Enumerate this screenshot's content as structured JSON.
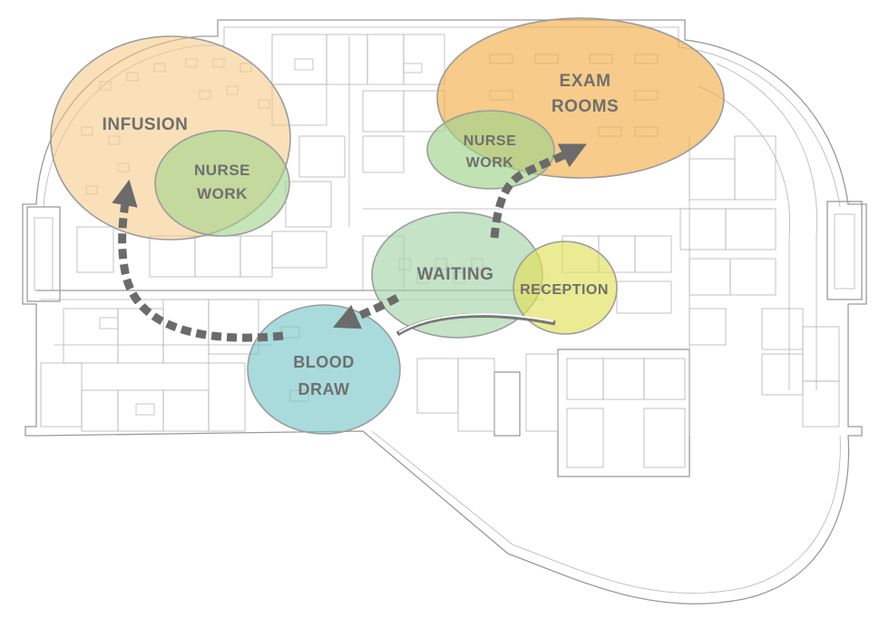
{
  "zones": {
    "infusion": {
      "label": "INFUSION",
      "color": "#f6c77f"
    },
    "nurse_work_left": {
      "line1": "NURSE",
      "line2": "WORK",
      "color": "#9fd38a"
    },
    "exam_rooms": {
      "line1": "EXAM",
      "line2": "ROOMS",
      "color": "#f2a83a"
    },
    "nurse_work_right": {
      "line1": "NURSE",
      "line2": "WORK",
      "color": "#9fd38a"
    },
    "waiting": {
      "label": "WAITING",
      "color": "#9fd1a2"
    },
    "reception": {
      "label": "RECEPTION",
      "color": "#e0e05a"
    },
    "blood_draw": {
      "line1": "BLOOD",
      "line2": "DRAW",
      "color": "#6fc3c6"
    }
  },
  "flow_arrow_color": "#6b6b6b"
}
